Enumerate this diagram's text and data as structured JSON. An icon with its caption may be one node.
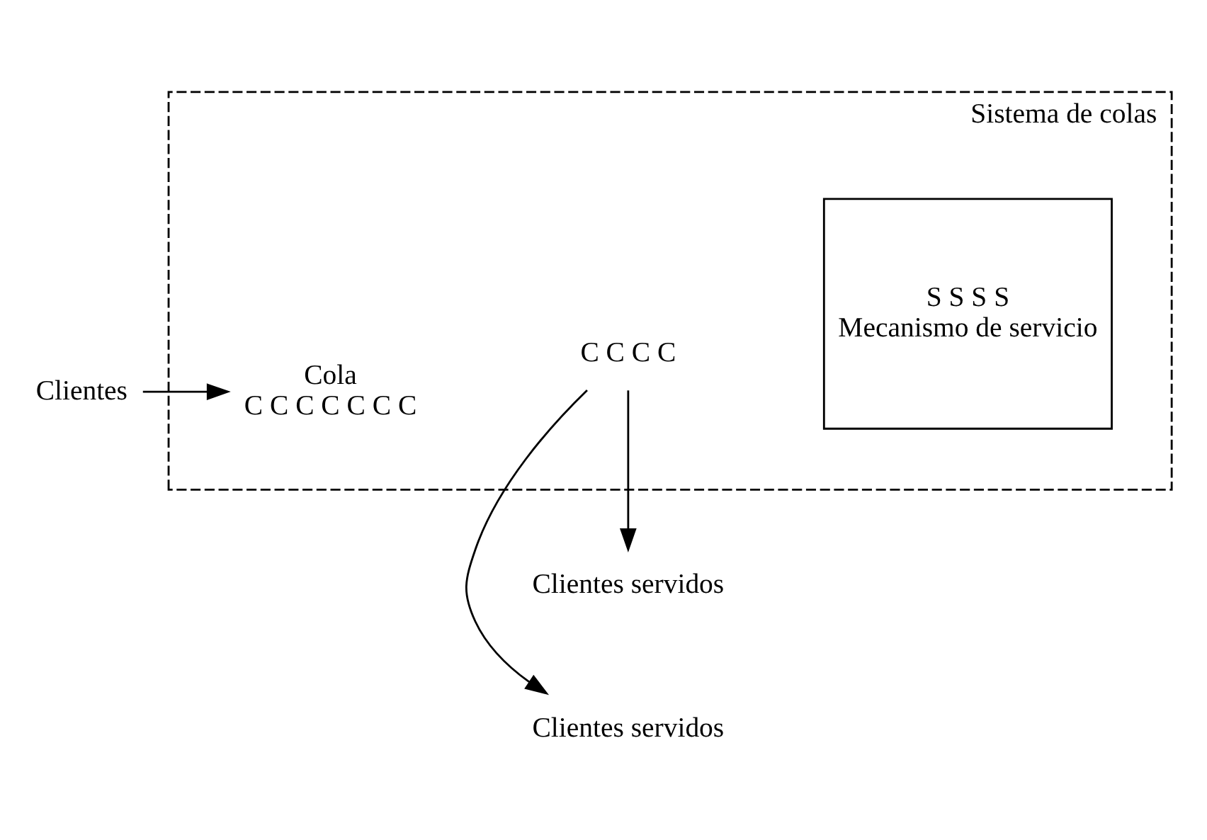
{
  "diagram": {
    "nodes": [
      {
        "text": [
          "Sistema de colas"
        ]
      },
      {
        "text": [
          "Clientes"
        ]
      },
      {
        "text": [
          "Cola",
          "C C C C C C C"
        ],
        "in": 0
      },
      {
        "text": [
          "C C C C"
        ],
        "in": 0
      },
      {
        "text": [
          "S S S S",
          "Mecanismo de servicio"
        ],
        "in": 0
      },
      {
        "text": [
          "Clientes servidos"
        ]
      },
      {
        "text": [
          "Clientes servidos"
        ]
      }
    ],
    "edges": [
      {
        "from": 1,
        "to": 2,
        "arrow": "to"
      },
      {
        "from": 3,
        "to": 5,
        "arrow": "to"
      },
      {
        "from": 3,
        "to": 6,
        "arrow": "to"
      }
    ]
  }
}
